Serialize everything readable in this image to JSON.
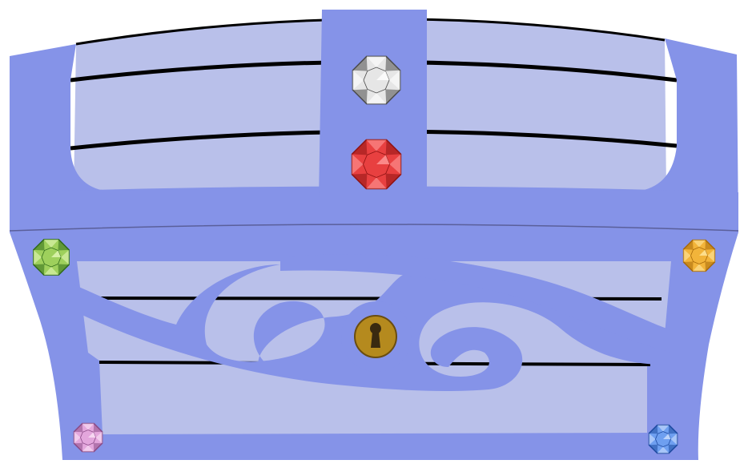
{
  "scene": {
    "subject": "treasure-chest",
    "colors": {
      "frame": "#8593e8",
      "panel": "#b9c0ea",
      "stripe": "#000000",
      "keyhole_plate": "#b58a1e",
      "keyhole": "#3a2a10"
    }
  },
  "gems": [
    {
      "name": "diamond",
      "color": "#e6e6e6",
      "dark": "#4a4a4a",
      "light": "#ffffff"
    },
    {
      "name": "ruby",
      "color": "#e84040",
      "dark": "#8e1212",
      "light": "#ff9a9a"
    },
    {
      "name": "peridot",
      "color": "#9ed05c",
      "dark": "#2f6b1a",
      "light": "#e4f8b8"
    },
    {
      "name": "topaz",
      "color": "#f2b43a",
      "dark": "#a86a0a",
      "light": "#ffe8a0"
    },
    {
      "name": "amethyst",
      "color": "#e3a6dc",
      "dark": "#8a4a86",
      "light": "#fbe4f8"
    },
    {
      "name": "sapphire",
      "color": "#6e9ff0",
      "dark": "#1e4aa0",
      "light": "#cfe1ff"
    }
  ]
}
